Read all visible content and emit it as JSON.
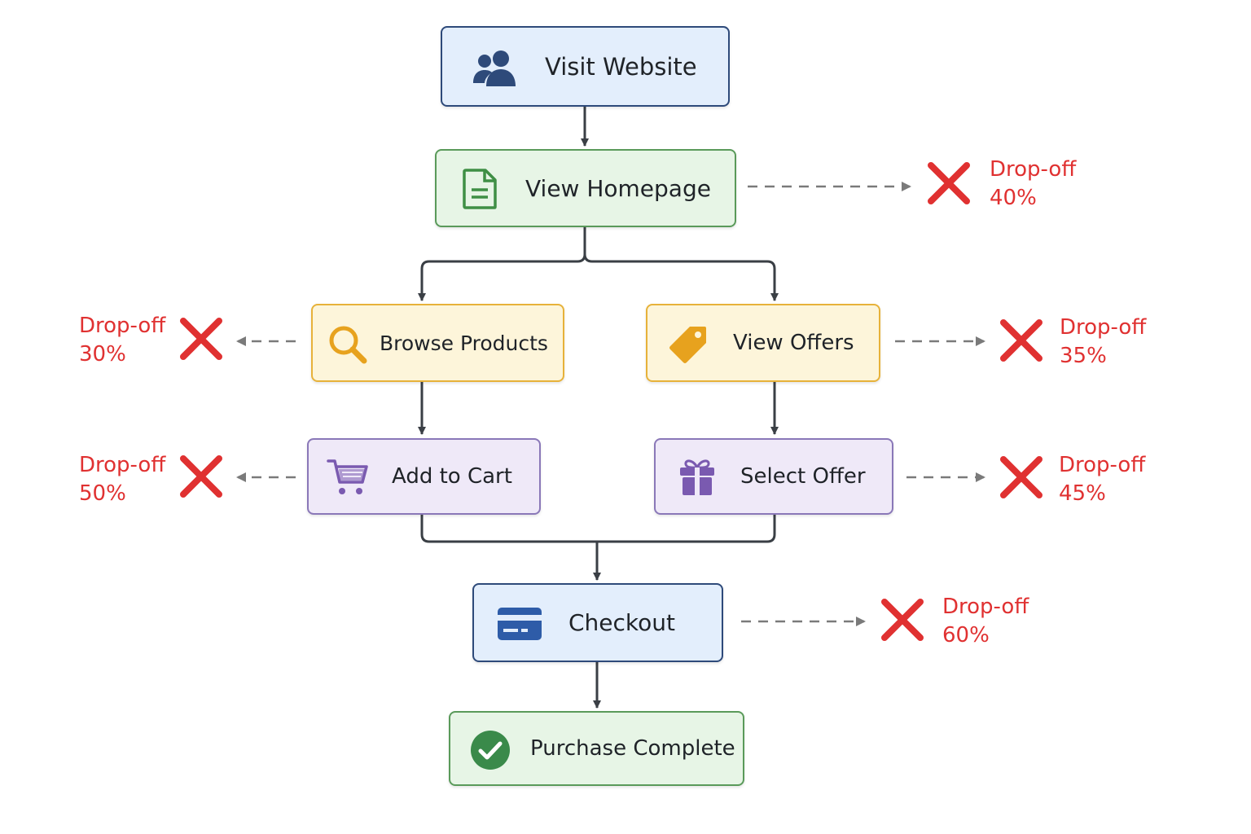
{
  "steps": {
    "visit_website": {
      "label": "Visit Website",
      "icon": "users-icon"
    },
    "view_homepage": {
      "label": "View Homepage",
      "icon": "document-icon"
    },
    "browse_products": {
      "label": "Browse Products",
      "icon": "search-icon"
    },
    "view_offers": {
      "label": "View Offers",
      "icon": "tag-icon"
    },
    "add_to_cart": {
      "label": "Add to Cart",
      "icon": "cart-icon"
    },
    "select_offer": {
      "label": "Select Offer",
      "icon": "gift-icon"
    },
    "checkout": {
      "label": "Checkout",
      "icon": "credit-card-icon"
    },
    "purchase_complete": {
      "label": "Purchase Complete",
      "icon": "check-circle-icon"
    }
  },
  "dropoffs": {
    "view_homepage": {
      "label": "Drop-off",
      "value": "40%"
    },
    "browse_products": {
      "label": "Drop-off",
      "value": "30%"
    },
    "view_offers": {
      "label": "Drop-off",
      "value": "35%"
    },
    "add_to_cart": {
      "label": "Drop-off",
      "value": "50%"
    },
    "select_offer": {
      "label": "Drop-off",
      "value": "45%"
    },
    "checkout": {
      "label": "Drop-off",
      "value": "60%"
    }
  },
  "colors": {
    "dropoff": "#e03131",
    "connector": "#3a3f45",
    "dashed": "#7a7a7a"
  }
}
